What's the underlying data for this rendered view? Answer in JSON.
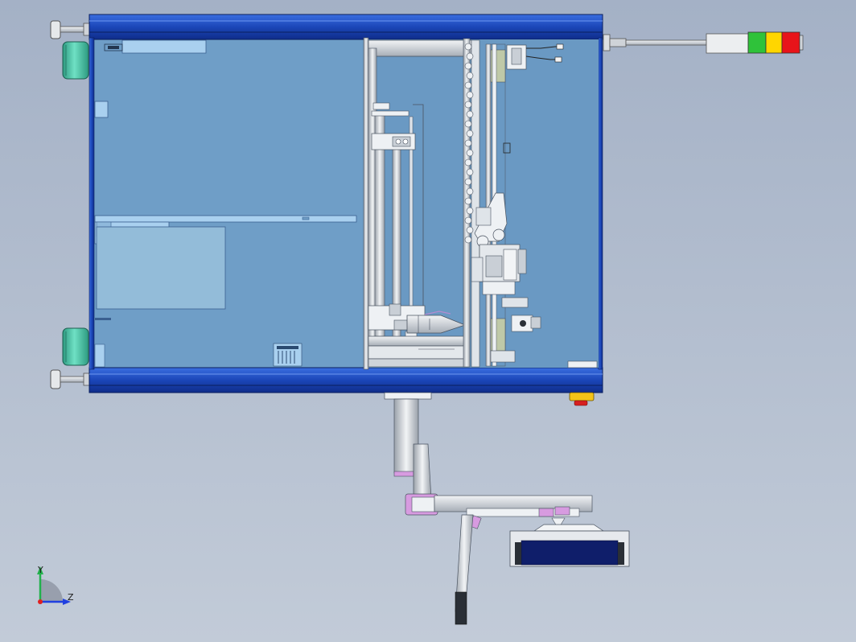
{
  "viewport": {
    "background_top": "#a4b1c6",
    "background_bottom": "#c2cbd8"
  },
  "colors": {
    "frame_blue": "#1f4fc4",
    "frame_blue_dark": "#0f2d8a",
    "panel_fill": "#6f9ec7",
    "panel_light": "#9ec6e6",
    "steel": "#d9dde3",
    "steel_dark": "#8a9099",
    "motor_teal": "#3fb59a",
    "tower_green": "#2fc23a",
    "tower_yellow": "#ffd600",
    "tower_red": "#e8141a",
    "accent_pink": "#d79be0",
    "monitor_screen": "#0f1e6a",
    "button_yellow": "#f3c318",
    "button_red": "#d62020"
  },
  "triad": {
    "y_label": "Y",
    "z_label": "Z",
    "y_color": "#22b14c",
    "z_color": "#2040e0",
    "x_color": "#e02020"
  },
  "parts": [
    "main-enclosure",
    "signal-tower",
    "feed-motors",
    "leveling-feet",
    "linear-module",
    "vertical-column",
    "drag-chain",
    "carriage",
    "emergency-stop",
    "monitor-arm",
    "monitor"
  ]
}
